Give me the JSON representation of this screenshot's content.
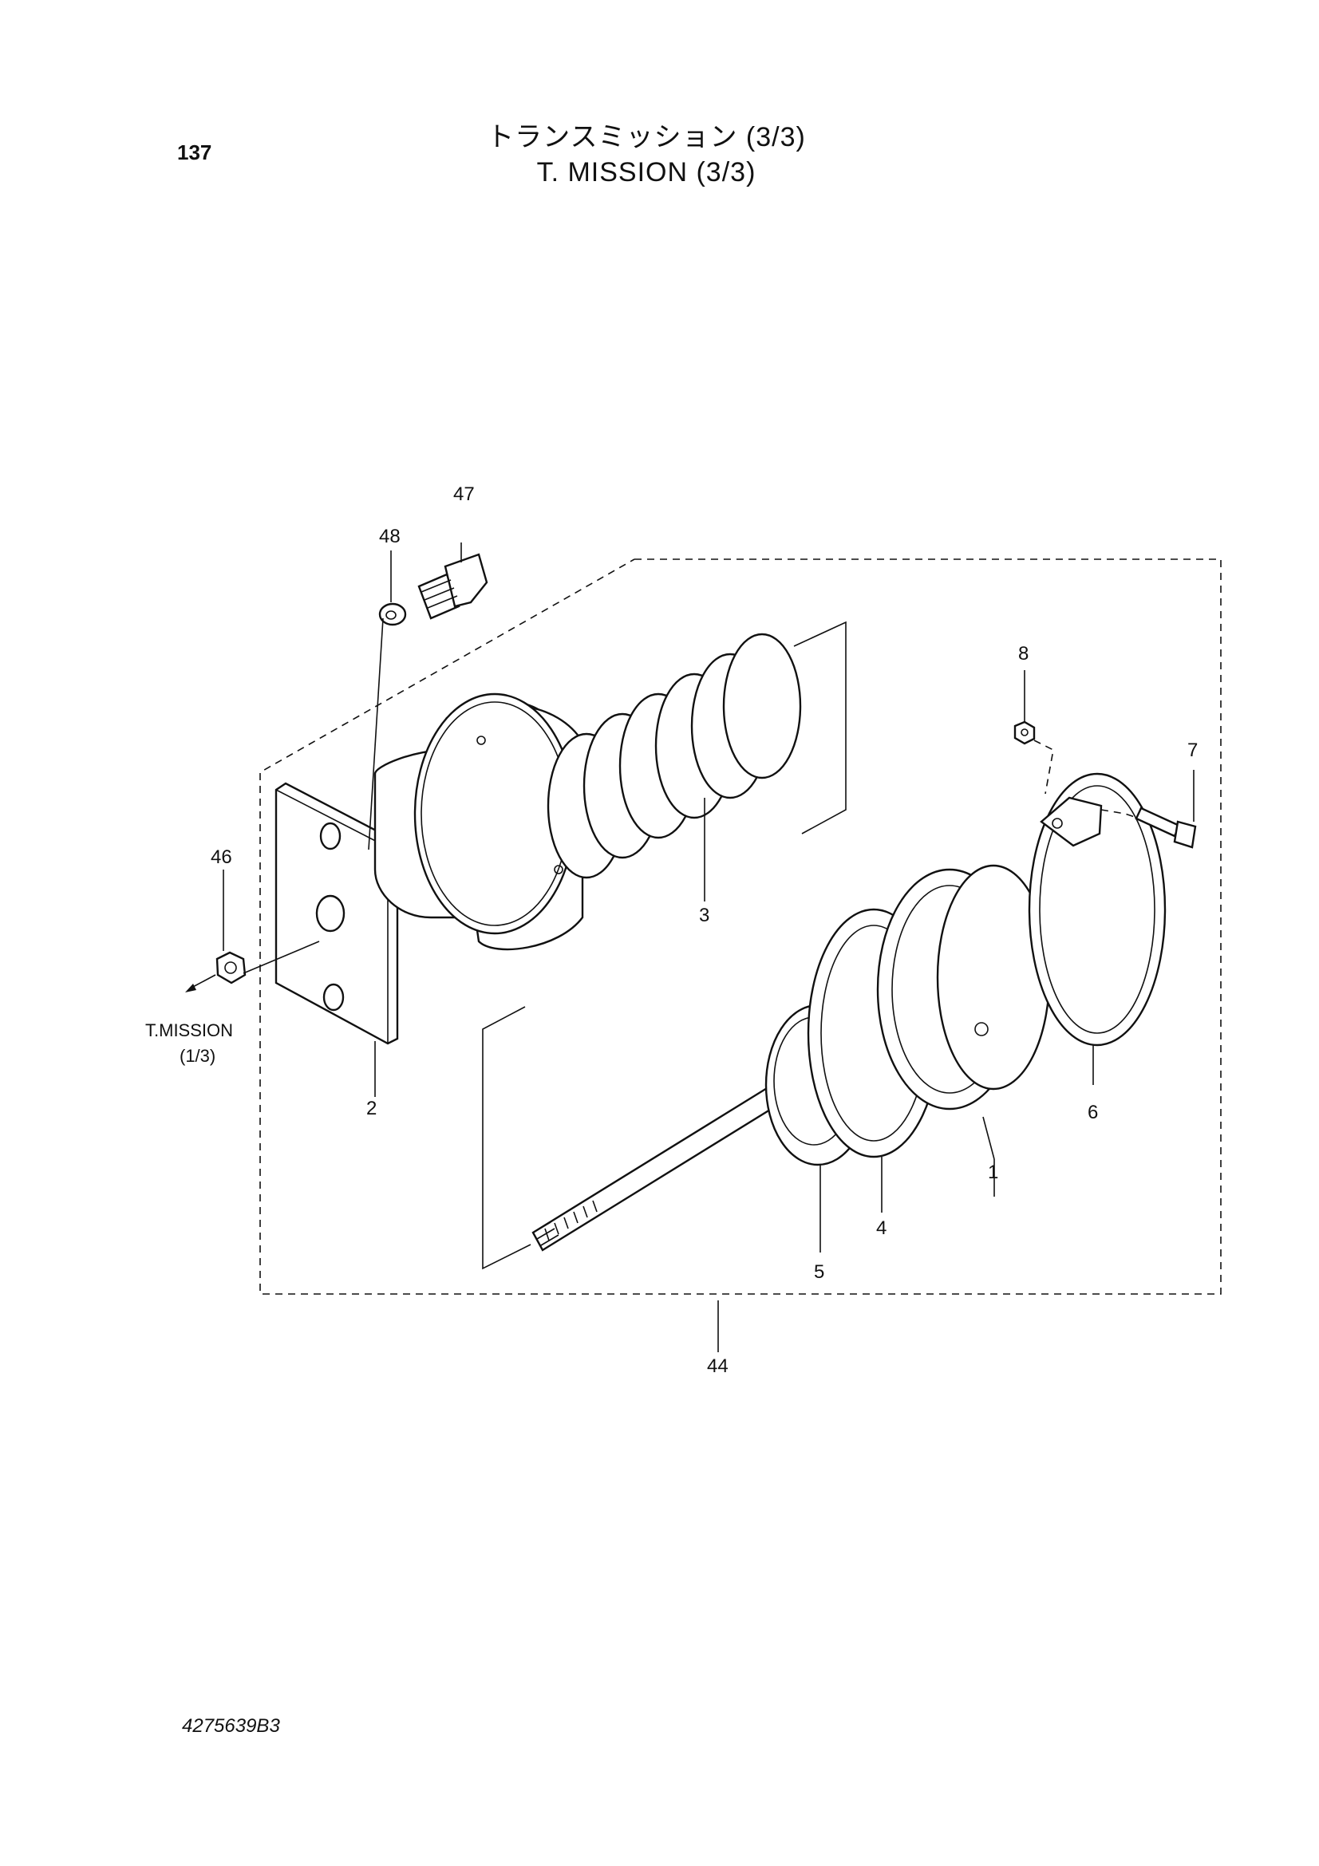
{
  "header": {
    "page_number": "137",
    "title_jp": "トランスミッション (3/3)",
    "title_en": "T. MISSION (3/3)"
  },
  "callouts": {
    "c1": "1",
    "c2": "2",
    "c3": "3",
    "c4": "4",
    "c5": "5",
    "c6": "6",
    "c7": "7",
    "c8": "8",
    "c44": "44",
    "c46": "46",
    "c47": "47",
    "c48": "48"
  },
  "reference": {
    "line1": "T.MISSION",
    "line2": "(1/3)"
  },
  "footer": {
    "doc_number": "4275639B3"
  }
}
